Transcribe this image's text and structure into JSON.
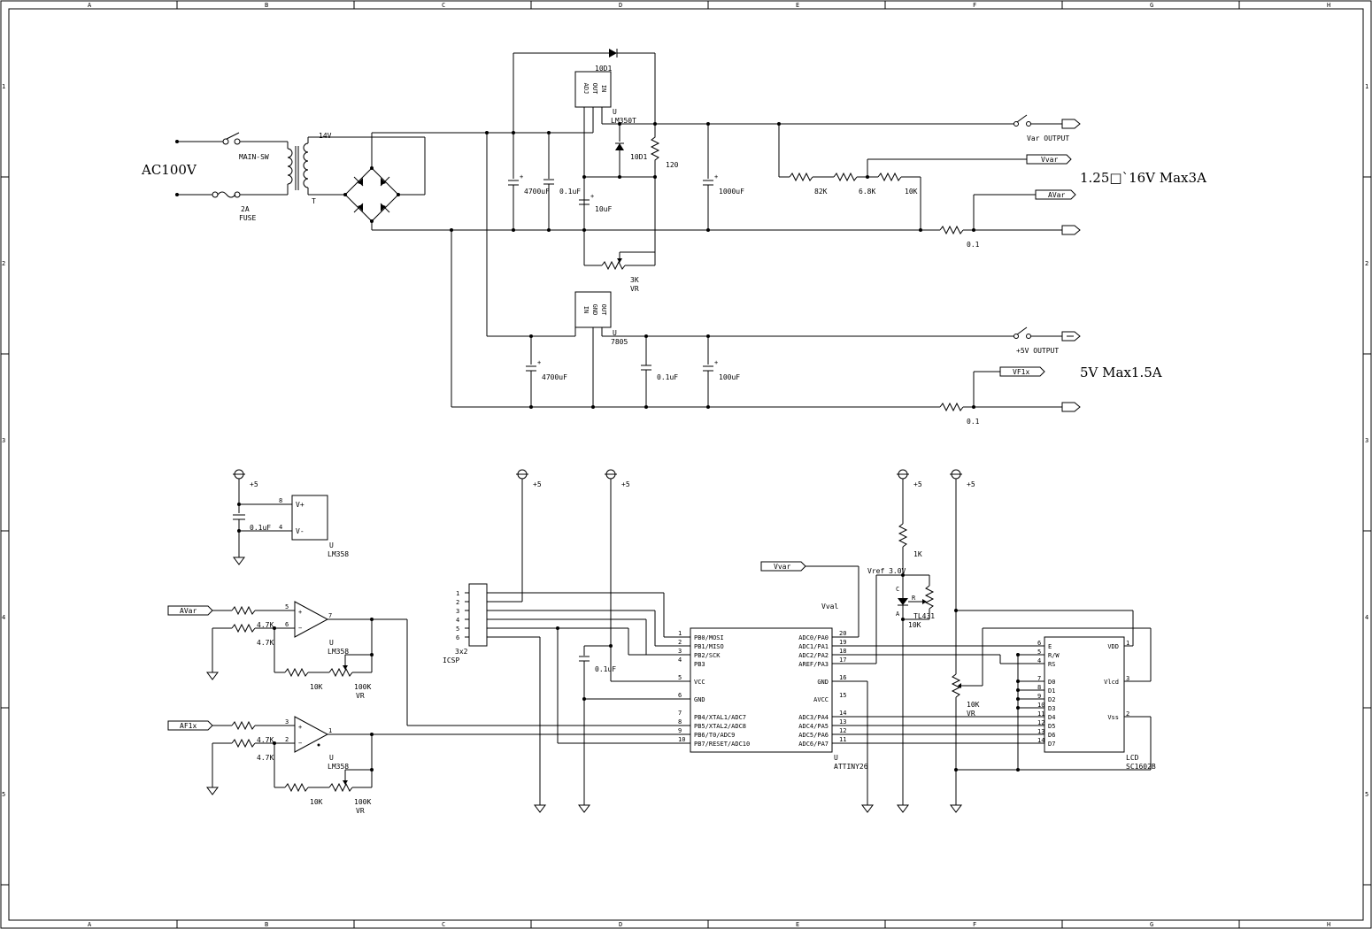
{
  "border": {
    "cols": [
      "A",
      "B",
      "C",
      "D",
      "E",
      "F",
      "G",
      "H"
    ],
    "rows": [
      "1",
      "2",
      "3",
      "4",
      "5"
    ]
  },
  "power": {
    "ac_input": "AC100V",
    "main_switch": "MAIN-SW",
    "fuse_rating": "2A",
    "fuse_label": "FUSE",
    "transformer_secondary": "14V",
    "transformer_ref": "T",
    "var_reg": "LM350T",
    "var_reg_ref": "U",
    "var_reg_pins": [
      "ADJ",
      "OUT",
      "IN"
    ],
    "fixed_reg": "7805",
    "fixed_reg_ref": "U",
    "fixed_reg_pins": [
      "IN",
      "GND",
      "OUT"
    ],
    "diode_top": "10D1",
    "diode_mid": "10D1",
    "c_4700_1": "4700uF",
    "c_01_1": "0.1uF",
    "c_10": "10uF",
    "r_120": "120",
    "c_1000": "1000uF",
    "r_82k": "82K",
    "r_68k": "6.8K",
    "r_10k": "10K",
    "r_shunt_1": "0.1",
    "vr_3k": "3K",
    "vr_label": "VR",
    "var_output": "Var OUTPUT",
    "net_vvar": "Vvar",
    "net_avar": "AVar",
    "var_spec": "1.25□`16V Max3A",
    "c_4700_2": "4700uF",
    "c_01_2": "0.1uF",
    "c_100": "100uF",
    "out_5v": "+5V OUTPUT",
    "net_vf1x": "VF1x",
    "fixed_spec": "5V Max1.5A",
    "r_shunt_2": "0.1"
  },
  "logic": {
    "plus5": "+5",
    "opamp_part": "LM358",
    "opamp_ref": "U",
    "c_01_opamp": "0.1uF",
    "pin_vplus": "V+",
    "pin_vminus": "V-",
    "pin_8": "8",
    "pin_4": "4",
    "net_avar": "AVar",
    "net_af1x": "AF1x",
    "r_47k": "4.7K",
    "r_10k": "10K",
    "vr_100k": "100K",
    "vr_label": "VR",
    "op1_pins": [
      "5",
      "6",
      "7"
    ],
    "op2_pins": [
      "3",
      "2",
      "1"
    ],
    "icsp_label": "3x2",
    "icsp_name": "ICSP",
    "icsp_pins": [
      "1",
      "2",
      "3",
      "4",
      "5",
      "6"
    ],
    "c_01_mcu": "0.1uF",
    "mcu_ref": "U",
    "mcu_part": "ATTINY26",
    "mcu_left_pins": [
      {
        "num": "1",
        "name": "PB0/MOSI"
      },
      {
        "num": "2",
        "name": "PB1/MISO"
      },
      {
        "num": "3",
        "name": "PB2/SCK"
      },
      {
        "num": "4",
        "name": "PB3"
      },
      {
        "num": "5",
        "name": "VCC"
      },
      {
        "num": "6",
        "name": "GND"
      },
      {
        "num": "7",
        "name": "PB4/XTAL1/ADC7"
      },
      {
        "num": "8",
        "name": "PB5/XTAL2/ADC8"
      },
      {
        "num": "9",
        "name": "PB6/T0/ADC9"
      },
      {
        "num": "10",
        "name": "PB7/RESET/ADC10"
      }
    ],
    "mcu_right_pins": [
      {
        "num": "20",
        "name": "ADC0/PA0"
      },
      {
        "num": "19",
        "name": "ADC1/PA1"
      },
      {
        "num": "18",
        "name": "ADC2/PA2"
      },
      {
        "num": "17",
        "name": "AREF/PA3"
      },
      {
        "num": "16",
        "name": "GND"
      },
      {
        "num": "15",
        "name": "AVCC"
      },
      {
        "num": "14",
        "name": "ADC3/PA4"
      },
      {
        "num": "13",
        "name": "ADC4/PA5"
      },
      {
        "num": "12",
        "name": "ADC5/PA6"
      },
      {
        "num": "11",
        "name": "ADC6/PA7"
      }
    ],
    "net_vvar": "Vvar",
    "net_vval": "Vval",
    "vref": "Vref 3.0V",
    "r_1k": "1K",
    "tl431": "TL431",
    "tl431_pins": [
      "C",
      "R",
      "A"
    ],
    "r_10k_ref": "10K",
    "vr_10k": "10K",
    "vr_10k_label": "VR",
    "lcd_ref": "LCD",
    "lcd_part": "SC1602B",
    "lcd_left_pins": [
      {
        "num": "6",
        "name": "E"
      },
      {
        "num": "5",
        "name": "R/W"
      },
      {
        "num": "4",
        "name": "RS"
      },
      {
        "num": "7",
        "name": "D0"
      },
      {
        "num": "8",
        "name": "D1"
      },
      {
        "num": "9",
        "name": "D2"
      },
      {
        "num": "10",
        "name": "D3"
      },
      {
        "num": "11",
        "name": "D4"
      },
      {
        "num": "12",
        "name": "D5"
      },
      {
        "num": "13",
        "name": "D6"
      },
      {
        "num": "14",
        "name": "D7"
      }
    ],
    "lcd_right_pins": [
      {
        "num": "1",
        "name": "VDD"
      },
      {
        "num": "3",
        "name": "Vlcd"
      },
      {
        "num": "2",
        "name": "Vss"
      }
    ]
  }
}
